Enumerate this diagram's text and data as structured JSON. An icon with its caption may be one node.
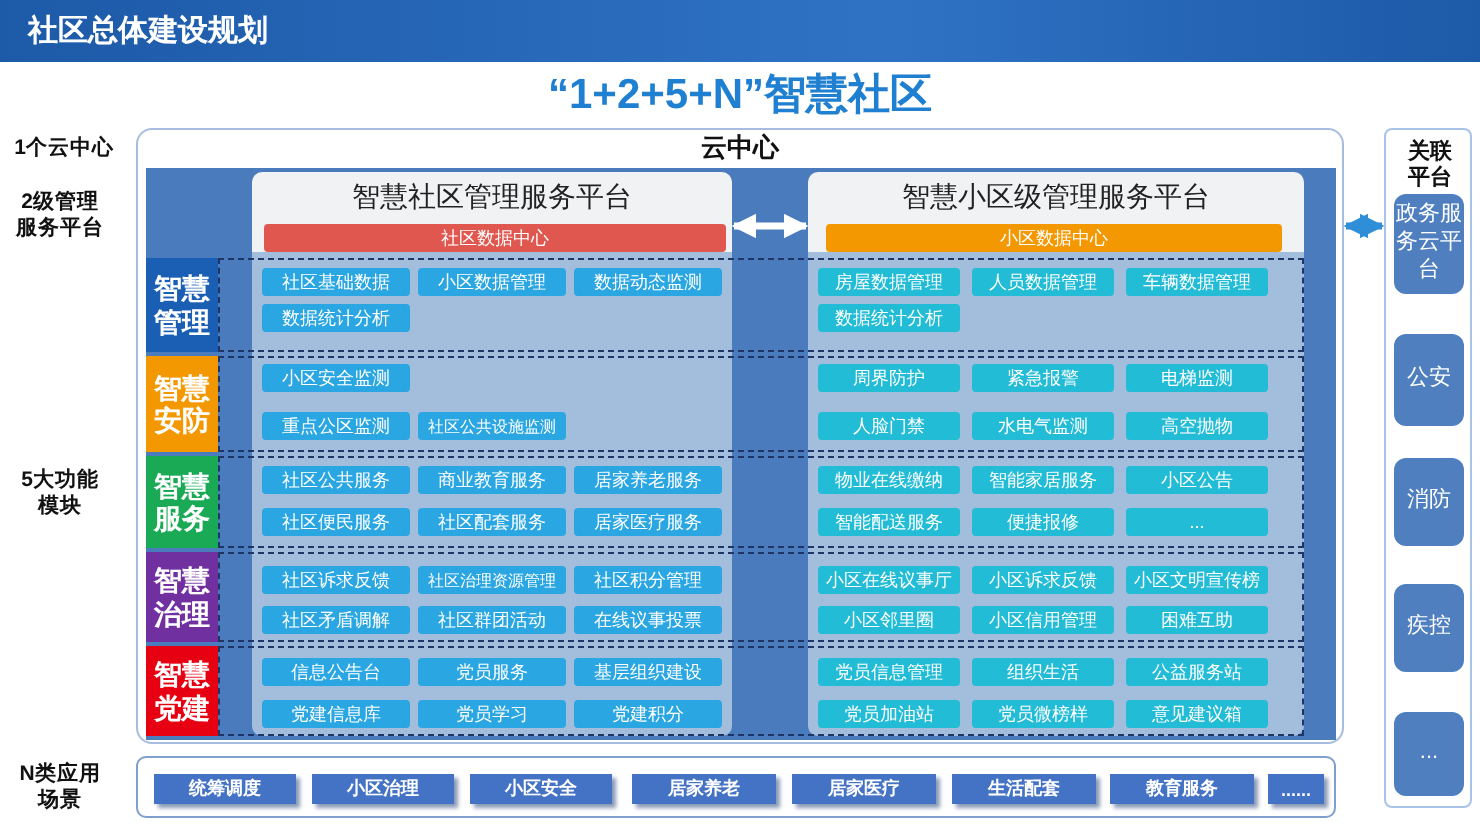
{
  "diagram": {
    "title": "社区总体建设规划",
    "nodes": [
      {
        "text": [
          "云中心"
        ]
      },
      {
        "text": [
          "智慧社区管理服务平台"
        ],
        "in": 0
      },
      {
        "text": [
          "社区数据中心"
        ],
        "in": 1
      },
      {
        "text": [
          "智慧小区级管理服务平台"
        ],
        "in": 0
      },
      {
        "text": [
          "小区数据中心"
        ],
        "in": 3
      },
      {
        "text": [
          "智慧管理"
        ],
        "in": 0
      },
      {
        "text": [
          "智慧安防"
        ],
        "in": 0
      },
      {
        "text": [
          "智慧服务"
        ],
        "in": 0
      },
      {
        "text": [
          "智慧治理"
        ],
        "in": 0
      },
      {
        "text": [
          "智慧党建"
        ],
        "in": 0
      },
      {
        "text": [
          "社区基础数据"
        ],
        "in": 1
      },
      {
        "text": [
          "小区数据管理"
        ],
        "in": 1
      },
      {
        "text": [
          "数据动态监测"
        ],
        "in": 1
      },
      {
        "text": [
          "数据统计分析"
        ],
        "in": 1
      },
      {
        "text": [
          "小区安全监测"
        ],
        "in": 1
      },
      {
        "text": [
          "重点公区监测"
        ],
        "in": 1
      },
      {
        "text": [
          "社区公共设施监测"
        ],
        "in": 1
      },
      {
        "text": [
          "社区公共服务"
        ],
        "in": 1
      },
      {
        "text": [
          "商业教育服务"
        ],
        "in": 1
      },
      {
        "text": [
          "居家养老服务"
        ],
        "in": 1
      },
      {
        "text": [
          "社区便民服务"
        ],
        "in": 1
      },
      {
        "text": [
          "社区配套服务"
        ],
        "in": 1
      },
      {
        "text": [
          "居家医疗服务"
        ],
        "in": 1
      },
      {
        "text": [
          "社区诉求反馈"
        ],
        "in": 1
      },
      {
        "text": [
          "社区治理资源管理"
        ],
        "in": 1
      },
      {
        "text": [
          "社区积分管理"
        ],
        "in": 1
      },
      {
        "text": [
          "社区矛盾调解"
        ],
        "in": 1
      },
      {
        "text": [
          "社区群团活动"
        ],
        "in": 1
      },
      {
        "text": [
          "在线议事投票"
        ],
        "in": 1
      },
      {
        "text": [
          "信息公告台"
        ],
        "in": 1
      },
      {
        "text": [
          "党员服务"
        ],
        "in": 1
      },
      {
        "text": [
          "基层组织建设"
        ],
        "in": 1
      },
      {
        "text": [
          "党建信息库"
        ],
        "in": 1
      },
      {
        "text": [
          "党员学习"
        ],
        "in": 1
      },
      {
        "text": [
          "党建积分"
        ],
        "in": 1
      },
      {
        "text": [
          "房屋数据管理"
        ],
        "in": 3
      },
      {
        "text": [
          "人员数据管理"
        ],
        "in": 3
      },
      {
        "text": [
          "车辆数据管理"
        ],
        "in": 3
      },
      {
        "text": [
          "数据统计分析"
        ],
        "in": 3
      },
      {
        "text": [
          "周界防护"
        ],
        "in": 3
      },
      {
        "text": [
          "紧急报警"
        ],
        "in": 3
      },
      {
        "text": [
          "电梯监测"
        ],
        "in": 3
      },
      {
        "text": [
          "人脸门禁"
        ],
        "in": 3
      },
      {
        "text": [
          "水电气监测"
        ],
        "in": 3
      },
      {
        "text": [
          "高空抛物"
        ],
        "in": 3
      },
      {
        "text": [
          "物业在线缴纳"
        ],
        "in": 3
      },
      {
        "text": [
          "智能家居服务"
        ],
        "in": 3
      },
      {
        "text": [
          "小区公告"
        ],
        "in": 3
      },
      {
        "text": [
          "智能配送服务"
        ],
        "in": 3
      },
      {
        "text": [
          "便捷报修"
        ],
        "in": 3
      },
      {
        "text": [
          "..."
        ],
        "in": 3
      },
      {
        "text": [
          "小区在线议事厅"
        ],
        "in": 3
      },
      {
        "text": [
          "小区诉求反馈"
        ],
        "in": 3
      },
      {
        "text": [
          "小区文明宣传榜"
        ],
        "in": 3
      },
      {
        "text": [
          "小区邻里圈"
        ],
        "in": 3
      },
      {
        "text": [
          "小区信用管理"
        ],
        "in": 3
      },
      {
        "text": [
          "困难互助"
        ],
        "in": 3
      },
      {
        "text": [
          "党员信息管理"
        ],
        "in": 3
      },
      {
        "text": [
          "组织生活"
        ],
        "in": 3
      },
      {
        "text": [
          "公益服务站"
        ],
        "in": 3
      },
      {
        "text": [
          "党员加油站"
        ],
        "in": 3
      },
      {
        "text": [
          "党员微榜样"
        ],
        "in": 3
      },
      {
        "text": [
          "意见建议箱"
        ],
        "in": 3
      },
      {
        "text": [
          "关联平台"
        ]
      },
      {
        "text": [
          "政务服务云平台"
        ],
        "in": 63
      },
      {
        "text": [
          "公安"
        ],
        "in": 63
      },
      {
        "text": [
          "消防"
        ],
        "in": 63
      },
      {
        "text": [
          "疾控"
        ],
        "in": 63
      },
      {
        "text": [
          "..."
        ],
        "in": 63
      },
      {
        "text": [],
        "shape": "box"
      },
      {
        "text": [
          "统筹调度"
        ],
        "in": 69
      },
      {
        "text": [
          "小区治理"
        ],
        "in": 69
      },
      {
        "text": [
          "小区安全"
        ],
        "in": 69
      },
      {
        "text": [
          "居家养老"
        ],
        "in": 69
      },
      {
        "text": [
          "居家医疗"
        ],
        "in": 69
      },
      {
        "text": [
          "生活配套"
        ],
        "in": 69
      },
      {
        "text": [
          "教育服务"
        ],
        "in": 69
      },
      {
        "text": [
          "......"
        ],
        "in": 69
      }
    ],
    "edges": [
      {
        "from": 1,
        "to": 3,
        "arrow": "both",
        "color": "#ffffff"
      },
      {
        "from": 0,
        "to": 63,
        "arrow": "both",
        "color": "#2e8fd8"
      }
    ],
    "labels": [
      "“1+2+5+N”智慧社区",
      "1个云中心",
      "2级管理服务平台",
      "5大功能模块",
      "N类应用场景"
    ]
  }
}
